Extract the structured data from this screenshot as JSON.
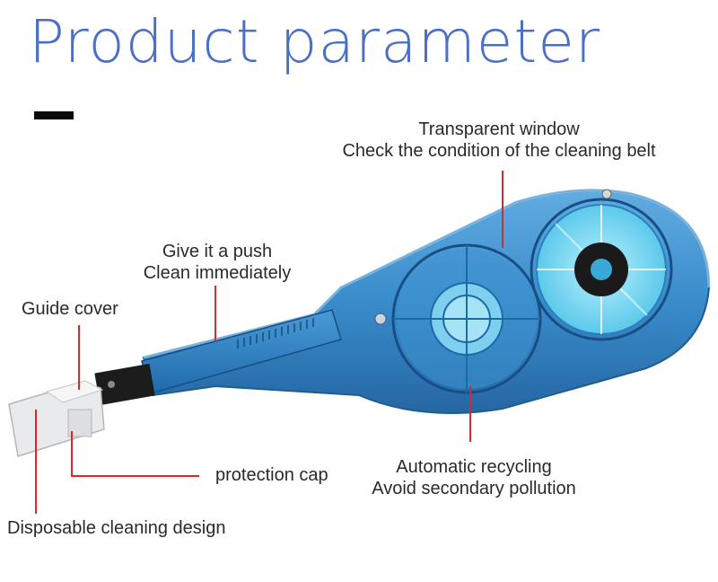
{
  "title": "Product parameter",
  "colors": {
    "title": "#4a6fc4",
    "callout_line": "#d42a2a",
    "body_blue": "#2f86c9",
    "reel_cyan": "#6fd6f0"
  },
  "callouts": {
    "window": {
      "line1": "Transparent window",
      "line2": "Check the condition of the cleaning belt"
    },
    "push": {
      "line1": "Give it a push",
      "line2": "Clean immediately"
    },
    "guide_cover": "Guide cover",
    "protection_cap": "protection cap",
    "recycling": {
      "line1": "Automatic recycling",
      "line2": "Avoid secondary pollution"
    },
    "disposable": "Disposable cleaning design"
  }
}
